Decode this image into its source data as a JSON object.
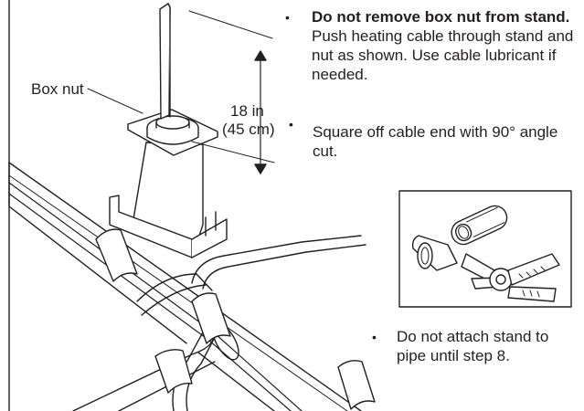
{
  "labels": {
    "box_nut": "Box nut",
    "dimension_in": "18 in",
    "dimension_cm": "(45 cm)"
  },
  "instructions": [
    {
      "bullet": "•",
      "bold_text": "Do not remove box nut from stand.",
      "text": "Push heating cable through stand and nut as shown. Use cable lubricant if needed."
    },
    {
      "bullet": "•",
      "text": "Square off cable end with 90° angle cut."
    },
    {
      "bullet": "•",
      "text": "Do not attach stand to pipe until step 8."
    }
  ],
  "colors": {
    "line": "#231f20",
    "fill": "#ffffff",
    "shade": "#d9d9d9"
  }
}
